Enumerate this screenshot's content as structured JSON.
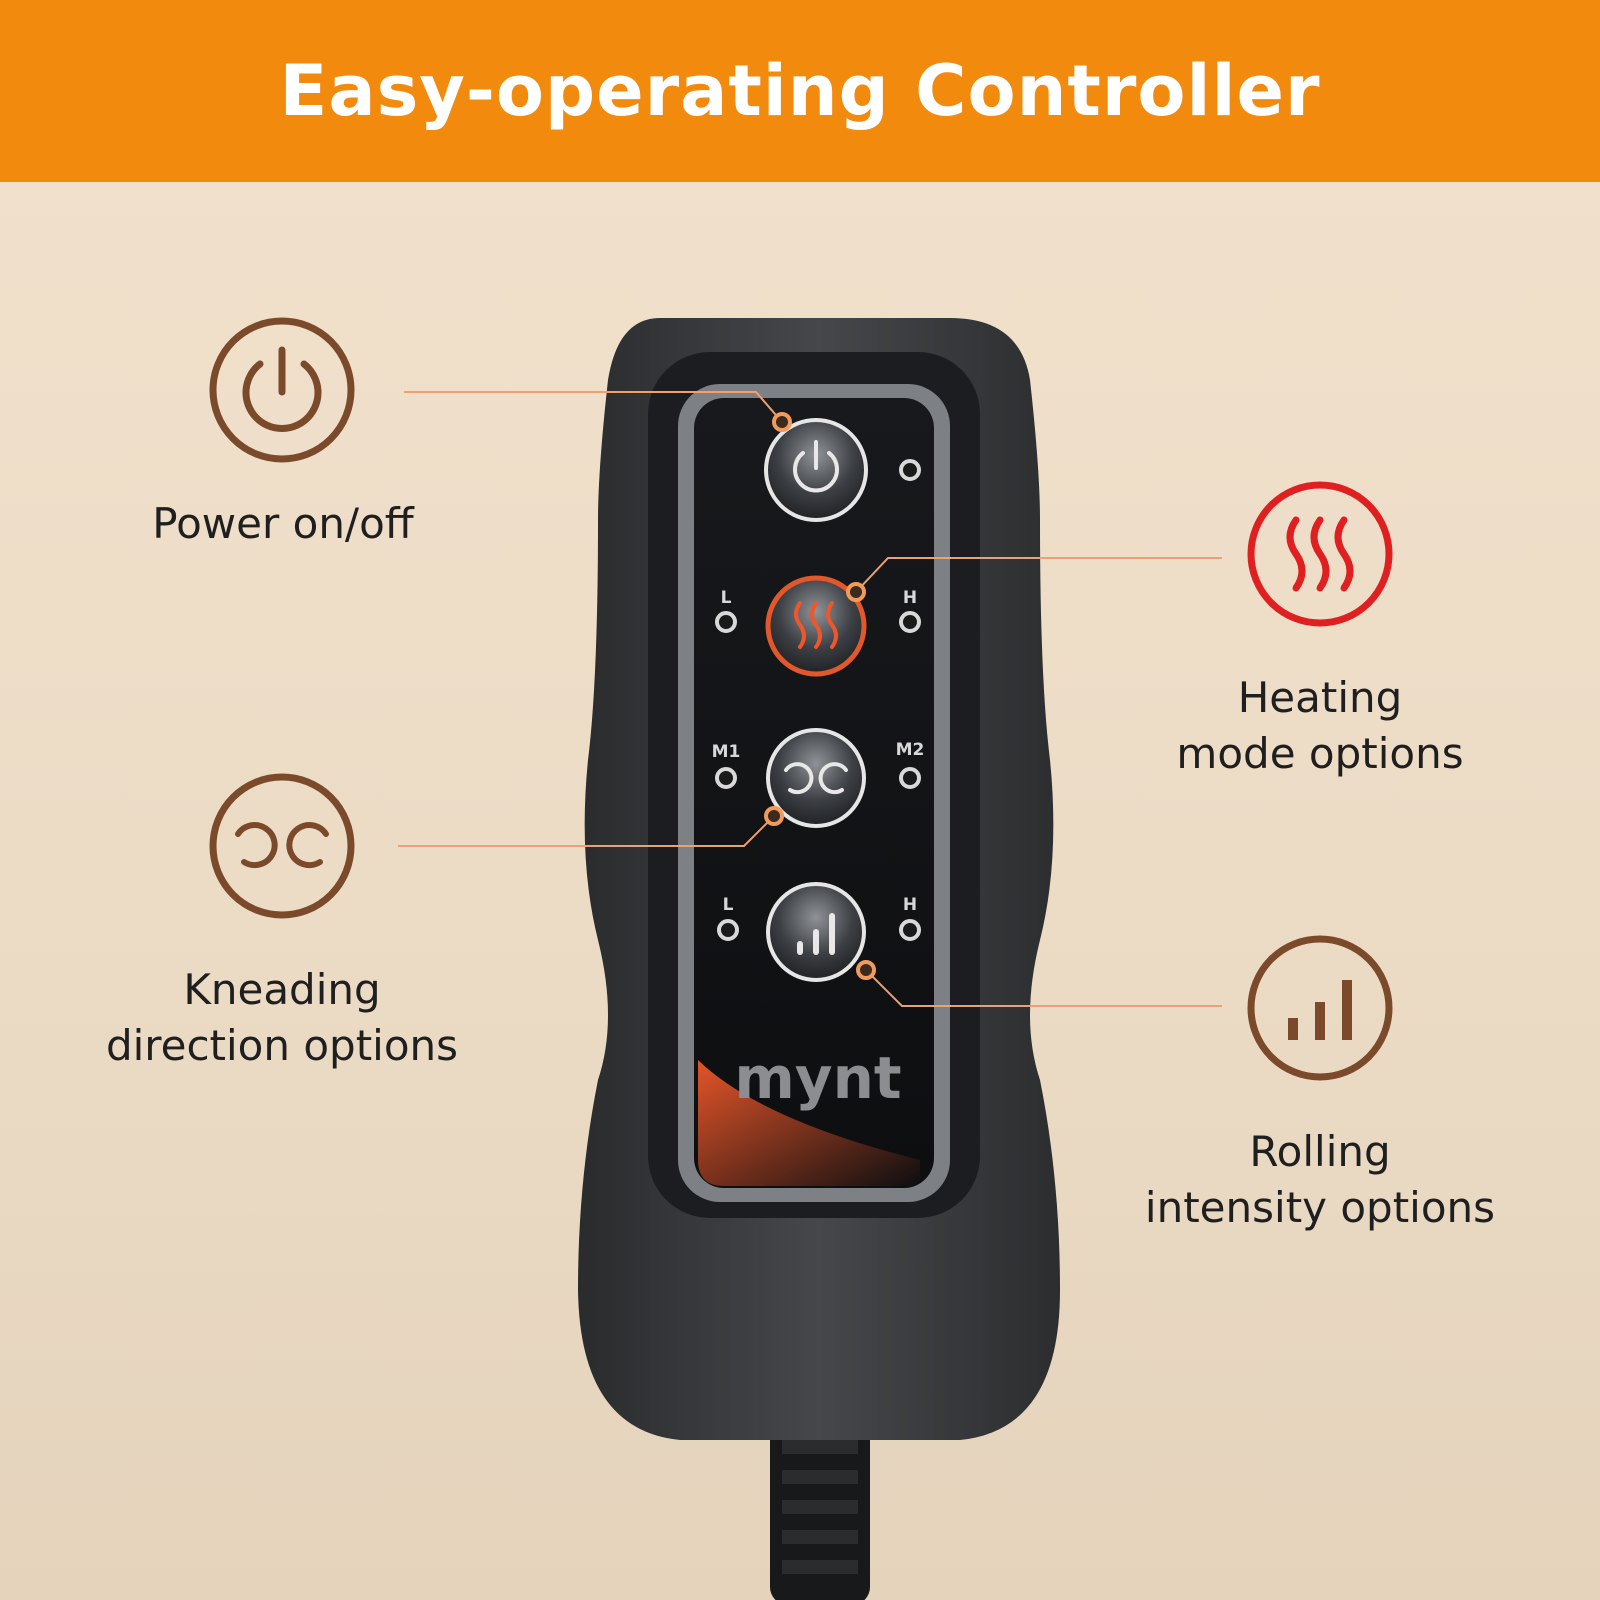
{
  "banner": {
    "title": "Easy-operating Controller"
  },
  "features": {
    "power": {
      "label": "Power on/off",
      "icon": "power-icon"
    },
    "heating": {
      "line1": "Heating",
      "line2": "mode options",
      "icon": "heat-waves-icon"
    },
    "kneading": {
      "line1": "Kneading",
      "line2": "direction options",
      "icon": "kneading-direction-icon"
    },
    "rolling": {
      "line1": "Rolling",
      "line2": "intensity options",
      "icon": "signal-bars-icon"
    }
  },
  "controller": {
    "brand": "mynt",
    "heat_low": "L",
    "heat_high": "H",
    "knead_m1": "M1",
    "knead_m2": "M2",
    "roll_low": "L",
    "roll_high": "H"
  },
  "colors": {
    "banner": "#f28a0e",
    "icon_brown": "#7a4a2a",
    "heating_red": "#e02020",
    "callout_line": "#f0a070",
    "controller_body": "#3a3b3d"
  }
}
